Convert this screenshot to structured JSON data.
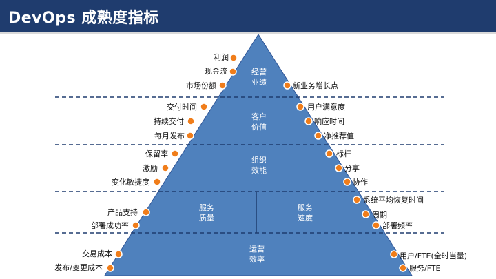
{
  "header": {
    "title": "DevOps 成熟度指标"
  },
  "colors": {
    "header_bg": "#1f3c6e",
    "pyramid_fill": "#4f81bd",
    "dot": "#f07d1a"
  },
  "pyramid": {
    "segments": [
      {
        "id": "jingying",
        "line1": "经营",
        "line2": "业绩"
      },
      {
        "id": "kehu",
        "line1": "客户",
        "line2": "价值"
      },
      {
        "id": "zuzhi",
        "line1": "组织",
        "line2": "效能"
      },
      {
        "id": "fuwu-zl",
        "line1": "服务",
        "line2": "质量"
      },
      {
        "id": "fuwu-sd",
        "line1": "服务",
        "line2": "速度"
      },
      {
        "id": "yunying",
        "line1": "运营",
        "line2": "效率"
      }
    ]
  },
  "indicators": {
    "left": [
      "利润",
      "现金流",
      "市场份额",
      "交付时间",
      "持续交付",
      "每月发布",
      "保留率",
      "激励",
      "变化敏捷度",
      "产品支持",
      "部署成功率",
      "交易成本",
      "发布/变更成本"
    ],
    "right": [
      "新业务增长点",
      "用户满意度",
      "响应时间",
      "净推荐值",
      "标杆",
      "分享",
      "协作",
      "系统平均恢复时间",
      "周期",
      "部署频率",
      "用户/FTE(全时当量)",
      "服务/FTE"
    ]
  }
}
